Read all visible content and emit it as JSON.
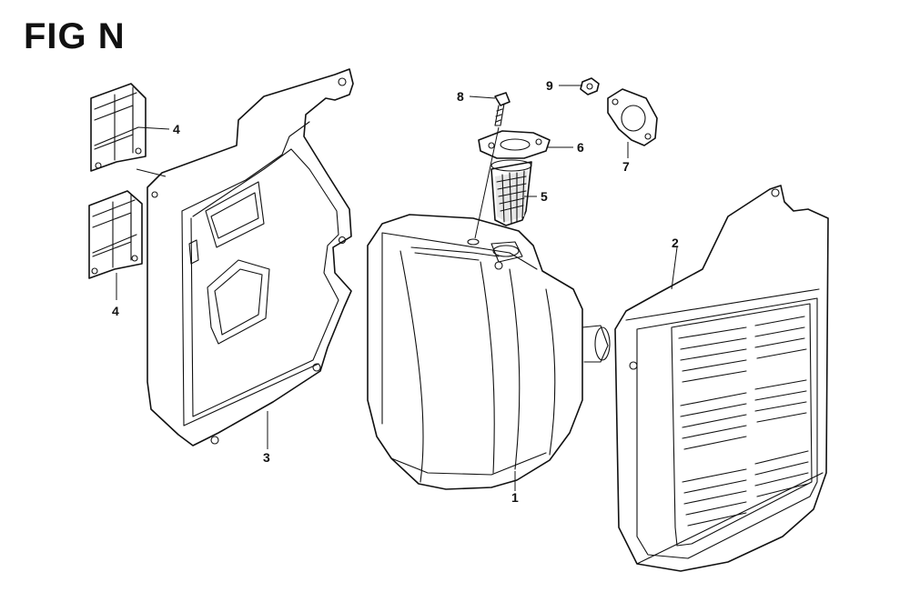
{
  "figure": {
    "title": "FIG N"
  },
  "callouts": [
    {
      "id": "part-1",
      "label": "1"
    },
    {
      "id": "part-2",
      "label": "2"
    },
    {
      "id": "part-3",
      "label": "3"
    },
    {
      "id": "part-4a",
      "label": "4"
    },
    {
      "id": "part-4b",
      "label": "4"
    },
    {
      "id": "part-5",
      "label": "5"
    },
    {
      "id": "part-6",
      "label": "6"
    },
    {
      "id": "part-7",
      "label": "7"
    },
    {
      "id": "part-8",
      "label": "8"
    },
    {
      "id": "part-9",
      "label": "9"
    }
  ],
  "colors": {
    "line": "#111111",
    "background": "#ffffff",
    "shade": "#e6e6e6"
  }
}
